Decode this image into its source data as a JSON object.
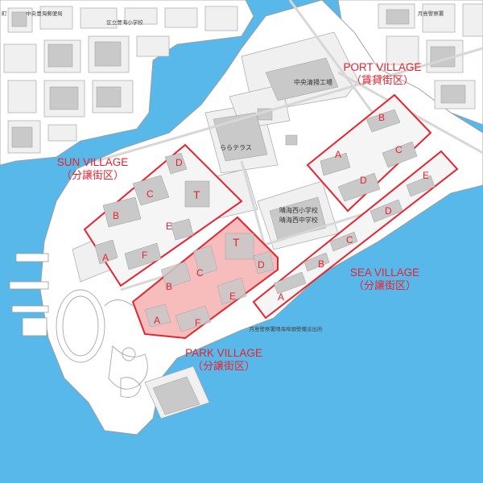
{
  "colors": {
    "water": "#59b8ea",
    "land": "#ffffff",
    "block": "#f0f0f0",
    "building": "#c9c9c9",
    "road": "#d7d7d7",
    "outline": "#e8222e",
    "park_fill": "#f7bcbc"
  },
  "villages": {
    "port": {
      "name": "PORT VILLAGE",
      "sub": "（賃貸街区）"
    },
    "sun": {
      "name": "SUN VILLAGE",
      "sub": "（分譲街区）"
    },
    "sea": {
      "name": "SEA VILLAGE",
      "sub": "（分譲街区）"
    },
    "park": {
      "name": "PARK VILLAGE",
      "sub": "（分譲街区）"
    }
  },
  "buildings": {
    "port": [
      "A",
      "B",
      "C",
      "D"
    ],
    "sun": [
      "D",
      "C",
      "T",
      "B",
      "E",
      "A",
      "F"
    ],
    "park": [
      "T",
      "B",
      "C",
      "D",
      "E",
      "A",
      "F"
    ],
    "sea": [
      "E",
      "D",
      "C",
      "B",
      "A"
    ]
  },
  "places": {
    "school_top": "区立豊海小学校",
    "post_office": "中央豊海郵便局",
    "police_top": "月島警察署",
    "cleaning_plant": "中央清掃工場",
    "lalaterrace": "ららテラス",
    "harumi_west_elem": "晴海西小学校",
    "harumi_west_junior": "晴海西中学校",
    "police_box": "月島警察署晴海埠頭警備派出所",
    "edge_char": "町"
  }
}
